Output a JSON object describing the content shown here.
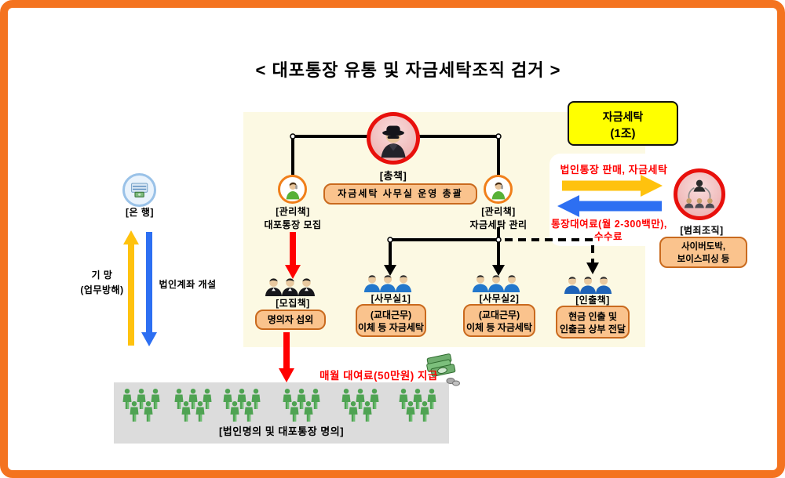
{
  "title": "< 대포통장 유통 및 자금세탁조직 검거 >",
  "legend_box": {
    "line1": "자금세탁",
    "line2": "(1조)"
  },
  "boss": {
    "label": "[총책]",
    "role": "자금세탁 사무실 운영 총괄"
  },
  "manager_left": {
    "label": "[관리책]",
    "role": "대포통장 모집"
  },
  "manager_right": {
    "label": "[관리책]",
    "role": "자금세탁 관리"
  },
  "bank": {
    "label": "[은 행]",
    "up_arrow_line1": "기 망",
    "up_arrow_line2": "(업무방해)",
    "down_arrow_label": "법인계좌 개설"
  },
  "criminal": {
    "label": "[범죄조직]",
    "box_line1": "사이버도박,",
    "box_line2": "보이스피싱 등",
    "sell_label": "법인통장 판매, 자금세탁",
    "fee_line1": "통장대여료(월 2-300백만),",
    "fee_line2": "수수료"
  },
  "recruiter": {
    "label": "[모집책]",
    "box": "명의자 섭외"
  },
  "office1": {
    "label": "[사무실1]",
    "box_line1": "(교대근무)",
    "box_line2": "이체 등 자금세탁"
  },
  "office2": {
    "label": "[사무실2]",
    "box_line1": "(교대근무)",
    "box_line2": "이체 등 자금세탁"
  },
  "withdrawal": {
    "label": "[인출책]",
    "box_line1": "현금 인출 및",
    "box_line2": "인출금 상부 전달"
  },
  "payment_label": "매월 대여료(50만원) 지급",
  "holders_label": "[법인명의 및 대포통장 명의]",
  "colors": {
    "frame": "#F4731F",
    "panel": "#FCF9E3",
    "accent_red": "#FF0000",
    "arrow_yellow": "#FFC20E",
    "arrow_blue": "#2D6FF2",
    "box_orange": "#FAC38D",
    "legend_yellow": "#FFFF00",
    "gray_box": "#DCDCDC"
  }
}
